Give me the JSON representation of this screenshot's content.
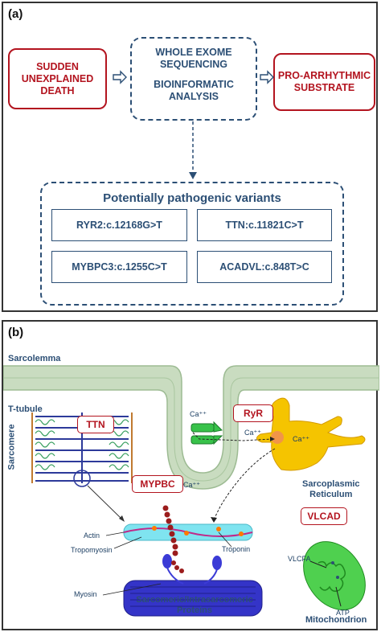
{
  "panel_a": {
    "label": "(a)",
    "left_box": [
      "SUDDEN",
      "UNEXPLAINED",
      "DEATH"
    ],
    "center_box": {
      "line1": [
        "WHOLE EXOME",
        "SEQUENCING"
      ],
      "line2": [
        "BIOINFORMATIC",
        "ANALYSIS"
      ]
    },
    "right_box": [
      "PRO-ARRHYTHMIC",
      "SUBSTRATE"
    ],
    "variants_title": "Potentially pathogenic variants",
    "variants": [
      "RYR2:c.12168G>T",
      "TTN:c.11821C>T",
      "MYBPC3:c.1255C>T",
      "ACADVL:c.848T>C"
    ]
  },
  "panel_b": {
    "label": "(b)",
    "sarcolemma": "Sarcolemma",
    "t_tubule": "T-tubule",
    "sarcomere": "Sarcomere",
    "tags": {
      "ttn": "TTN",
      "ryr": "RyR",
      "mypbc": "MYPBC",
      "vlcad": "VLCAD"
    },
    "ca1": "Ca⁺⁺",
    "ca2": "Ca⁺⁺",
    "ca3": "Ca⁺⁺",
    "ca4": "Ca⁺⁺",
    "sr": [
      "Sarcoplasmic",
      "Reticulum"
    ],
    "actin": "Actin",
    "tropomyosin": "Tropomyosin",
    "troponin": "Troponin",
    "myosin": "Myosin",
    "proteins": [
      "Sarcomeric/Intrasarcomeric",
      "Proteins"
    ],
    "vlcfa": "VLCFA",
    "atp": "ATP",
    "mito": "Mitochondrion"
  },
  "colors": {
    "red": "#b3141f",
    "blue": "#2c4f75",
    "membrane": "#c9dcc0",
    "sr": "#f5c400",
    "mito": "#4fd04f"
  }
}
